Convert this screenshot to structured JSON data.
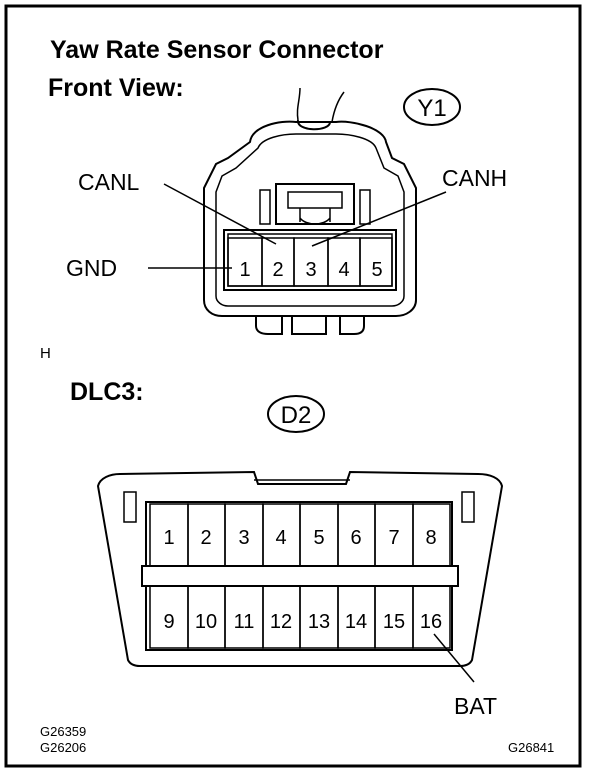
{
  "header": {
    "title_line1": "Yaw Rate Sensor Connector",
    "title_line2": "Front View:"
  },
  "connector_y1": {
    "tag": "Y1",
    "pins": [
      "1",
      "2",
      "3",
      "4",
      "5"
    ],
    "labels": {
      "canl": "CANL",
      "canh": "CANH",
      "gnd": "GND"
    }
  },
  "marker": "H",
  "dlc3": {
    "title": "DLC3:",
    "tag": "D2",
    "top_pins": [
      "1",
      "2",
      "3",
      "4",
      "5",
      "6",
      "7",
      "8"
    ],
    "bottom_pins": [
      "9",
      "10",
      "11",
      "12",
      "13",
      "14",
      "15",
      "16"
    ],
    "bat_label": "BAT"
  },
  "footer": {
    "code1": "G26359",
    "code2": "G26206",
    "code3": "G26841"
  }
}
